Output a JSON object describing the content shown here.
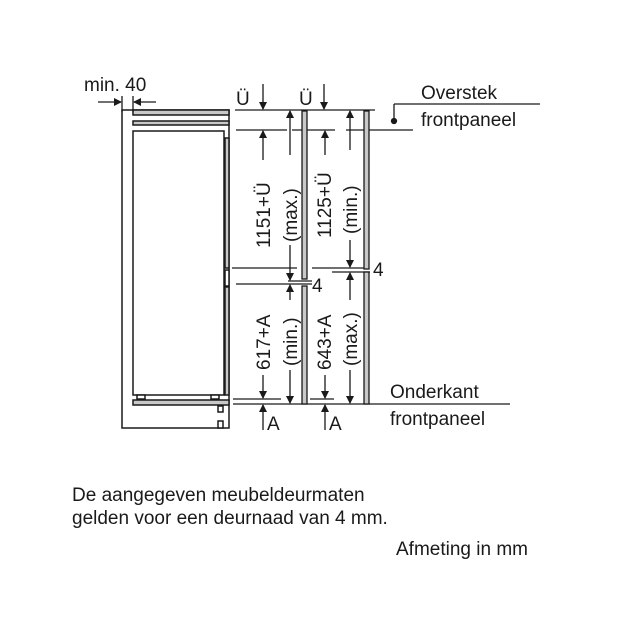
{
  "diagram": {
    "top_clearance_label": "min. 40",
    "overhang_symbol_left": "Ü",
    "overhang_symbol_right": "Ü",
    "bottom_symbol_left": "A",
    "bottom_symbol_right": "A",
    "upper_door_max": {
      "value": "1151+Ü",
      "qualifier": "(max.)"
    },
    "upper_door_min": {
      "value": "1125+Ü",
      "qualifier": "(min.)"
    },
    "lower_door_min": {
      "value": "617+A",
      "qualifier": "(min.)"
    },
    "lower_door_max": {
      "value": "643+A",
      "qualifier": "(max.)"
    },
    "gap_left": "4",
    "gap_right": "4",
    "callout_top": {
      "line1": "Overstek",
      "line2": "frontpaneel"
    },
    "callout_bottom": {
      "line1": "Onderkant",
      "line2": "frontpaneel"
    },
    "colors": {
      "line": "#1a1a1a",
      "panel_fill": "#c8c8c8"
    }
  },
  "notes": {
    "line1": "De aangegeven meubeldeurmaten",
    "line2": "gelden voor een deurnaad van 4 mm.",
    "units": "Afmeting in mm"
  }
}
